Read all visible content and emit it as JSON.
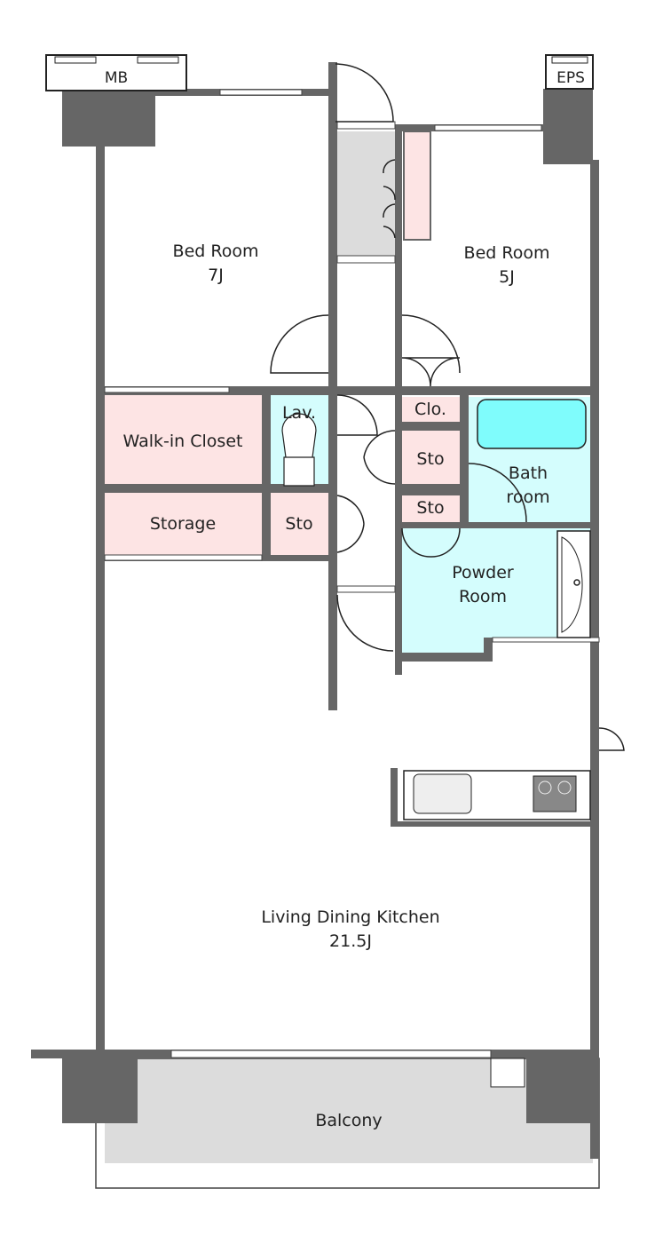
{
  "plan": {
    "rooms": {
      "mb": "MB",
      "eps": "EPS",
      "bed_room_1": {
        "name": "Bed Room",
        "size": "7J"
      },
      "bed_room_2": {
        "name": "Bed Room",
        "size": "5J"
      },
      "walk_in_closet": "Walk-in Closet",
      "lav": "Lav.",
      "storage": "Storage",
      "sto_1": "Sto",
      "clo": "Clo.",
      "sto_2": "Sto",
      "sto_3": "Sto",
      "bathroom": {
        "line1": "Bath",
        "line2": "room"
      },
      "powder_room": {
        "line1": "Powder",
        "line2": "Room"
      },
      "ldk": {
        "name": "Living Dining Kitchen",
        "size": "21.5J"
      },
      "balcony": "Balcony"
    },
    "colors": {
      "wall": "#666666",
      "closet": "#fde4e4",
      "wet": "#d4fdfd",
      "tub": "#7ffcfc",
      "gray": "#dcdcdc"
    }
  }
}
